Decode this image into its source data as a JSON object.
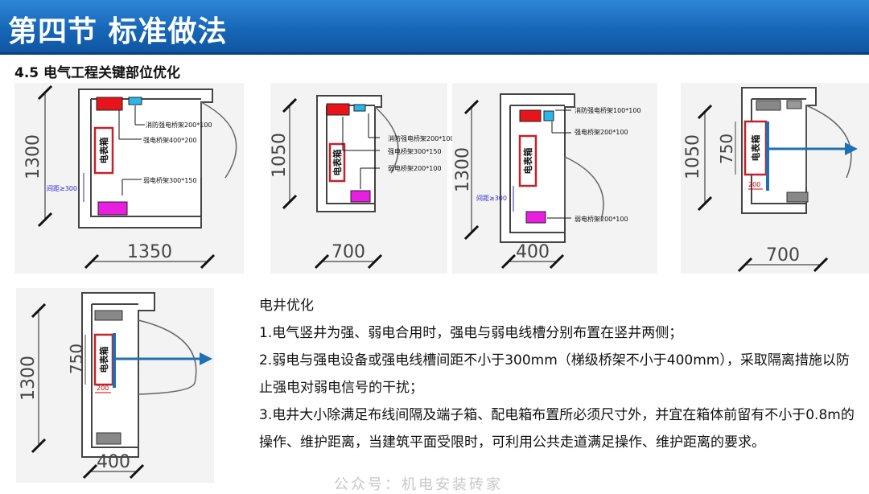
{
  "header": {
    "title": "第四节  标准做法",
    "subtitle": "4.5 电气工程关键部位优化"
  },
  "figures": {
    "fig1": {
      "dim_vertical": "1300",
      "dim_horizontal": "1350",
      "spacing_note": "间距≥300",
      "box_label": "电表箱",
      "note_fire": "消防强电桥架200*100",
      "note_strong": "强电桥架400*200",
      "note_weak": "弱电桥架300*150"
    },
    "fig2": {
      "dim_vertical": "1050",
      "dim_horizontal": "700",
      "box_label": "电表箱",
      "note_fire": "消防强电桥架200*100",
      "note_strong": "强电桥架300*150",
      "note_weak": "弱电桥架200*100"
    },
    "fig3": {
      "dim_vertical": "1300",
      "dim_horizontal": "400",
      "spacing_note": "间距≥300",
      "box_label": "电表箱",
      "note_fire": "消防强电桥架100*100",
      "note_strong": "强电桥架200*100",
      "note_weak": "弱电桥架200*100"
    },
    "fig4": {
      "dim_vertical": "1050",
      "dim_inner": "750",
      "dim_horizontal": "700",
      "box_label": "电表箱",
      "gap_label": "200"
    },
    "fig5": {
      "dim_vertical": "1300",
      "dim_inner": "750",
      "dim_horizontal": "400",
      "box_label": "电表箱",
      "gap_label": "200"
    }
  },
  "body": {
    "heading": "电井优化",
    "items": [
      "1.电气竖井为强、弱电合用时，强电与弱电线槽分别布置在竖井两侧；",
      "2.弱电与强电设备或强电线槽间距不小于300mm（梯级桥架不小于400mm），采取隔离措施以防止强电对弱电信号的干扰；",
      "3.电井大小除满足布线间隔及端子箱、配电箱布置所必须尺寸外，并宜在箱体前留有不小于0.8m的操作、维护距离，当建筑平面受限时，可利用公共走道满足操作、维护距离的要求。"
    ]
  },
  "watermark": "公众号：机电安装砖家",
  "colors": {
    "header_blue": "#1767b8",
    "strong_tray": "#e8141b",
    "fire_tray": "#2bb6ea",
    "weak_tray": "#e81ee0",
    "arrow_blue": "#1f6fb5",
    "meter_box_border": "#c0232a"
  }
}
